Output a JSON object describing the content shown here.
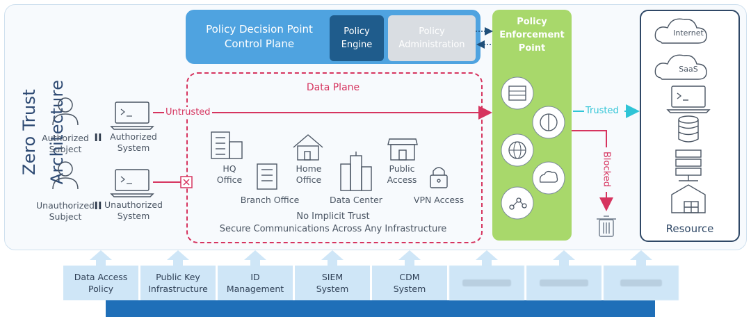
{
  "title": "Zero Trust Architecture",
  "pdp": {
    "line1": "Policy Decision Point",
    "line2": "Control Plane"
  },
  "engine": {
    "line1": "Policy",
    "line2": "Engine"
  },
  "admin": {
    "line1": "Policy",
    "line2": "Administration"
  },
  "pep": {
    "line1": "Policy",
    "line2": "Enforcement",
    "line3": "Point"
  },
  "data_plane": "Data Plane",
  "subjects": {
    "authorized": {
      "line1": "Authorized",
      "line2": "Subject"
    },
    "unauthorized": {
      "line1": "Unauthorized",
      "line2": "Subject"
    }
  },
  "systems": {
    "authorized": {
      "line1": "Authorized",
      "line2": "System"
    },
    "unauthorized": {
      "line1": "Unauthorized",
      "line2": "System"
    }
  },
  "pair_mark": "II",
  "flows": {
    "untrusted": "Untrusted",
    "trusted": "Trusted",
    "blocked": "Blocked"
  },
  "locations": {
    "hq": {
      "line1": "HQ",
      "line2": "Office"
    },
    "branch": "Branch Office",
    "home": {
      "line1": "Home",
      "line2": "Office"
    },
    "datacenter": "Data Center",
    "public": {
      "line1": "Public",
      "line2": "Access"
    },
    "vpn": "VPN Access"
  },
  "tagline": {
    "line1": "No Implicit Trust",
    "line2": "Secure Communications Across Any Infrastructure"
  },
  "resources": {
    "internet": "Internet",
    "saas": "SaaS",
    "label": "Resource"
  },
  "bottom_items": [
    {
      "line1": "Data Access",
      "line2": "Policy"
    },
    {
      "line1": "Public Key",
      "line2": "Infrastructure"
    },
    {
      "line1": "ID",
      "line2": "Management"
    },
    {
      "line1": "SIEM",
      "line2": "System"
    },
    {
      "line1": "CDM",
      "line2": "System"
    }
  ],
  "colors": {
    "pdp_blue": "#4fa3e0",
    "engine_navy": "#1f5c8c",
    "pep_green": "#a8d86b",
    "untrusted_pink": "#d6345f",
    "trusted_cyan": "#2fc4d6",
    "resource_border": "#2f4866",
    "bottom_box": "#cfe6f7"
  },
  "icons": [
    "person-icon",
    "laptop-icon",
    "building-icon",
    "house-icon",
    "skyscraper-icon",
    "storefront-icon",
    "padlock-icon",
    "firewall-icon",
    "compass-icon",
    "globe-network-icon",
    "cloud-apps-icon",
    "network-nodes-icon",
    "cloud-icon",
    "database-icon",
    "server-rack-icon",
    "warehouse-icon",
    "trash-icon",
    "blocked-x-icon"
  ]
}
